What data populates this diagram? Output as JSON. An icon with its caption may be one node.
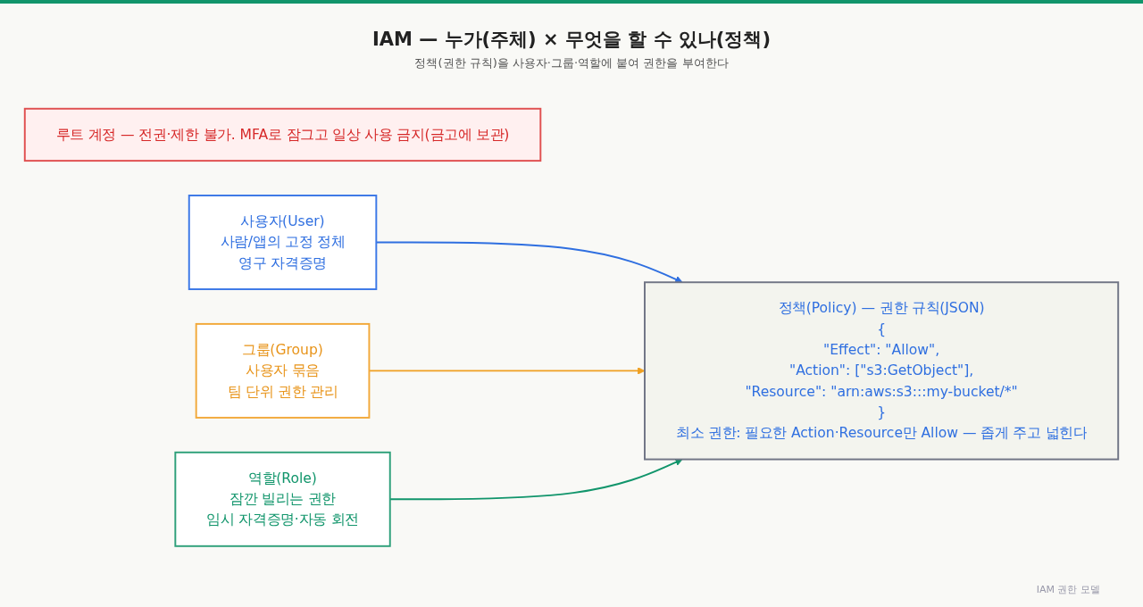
{
  "diagram": {
    "title": "IAM — 누가(주체) × 무엇을 할 수 있나(정책)",
    "caption": "IAM 권한 모델",
    "nodes": [
      {
        "text": [
          "루트 계정 — 전권·제한 불가. MFA로 잠그고 일상 사용 금지(금고에 보관)"
        ]
      },
      {
        "text": [
          "사용자(User)",
          "사람/앱의 고정 정체",
          "영구 자격증명"
        ]
      },
      {
        "text": [
          "그룹(Group)",
          "사용자 묶음",
          "팀 단위 권한 관리"
        ]
      },
      {
        "text": [
          "역할(Role)",
          "잠깐 빌리는 권한",
          "임시 자격증명·자동 회전"
        ]
      },
      {
        "text": [
          "정책(Policy) — 권한 규칙(JSON)",
          "{",
          "\"Effect\": \"Allow\",",
          "\"Action\": [\"s3:GetObject\"],",
          "\"Resource\": \"arn:aws:s3:::my-bucket/*\"",
          "}",
          "최소 권한: 필요한 Action·Resource만 Allow — 좁게 주고 넓힌다"
        ]
      }
    ],
    "edges": [
      {
        "from": 1,
        "to": 4,
        "arrow": "to",
        "color": "#2f6fe0"
      },
      {
        "from": 2,
        "to": 4,
        "arrow": "to",
        "color": "#f0a020"
      },
      {
        "from": 3,
        "to": 4,
        "arrow": "to",
        "color": "#11956b"
      }
    ],
    "labels": [
      "정책(권한 규칙)을 사용자·그룹·역할에 붙여 권한을 부여한다"
    ]
  }
}
